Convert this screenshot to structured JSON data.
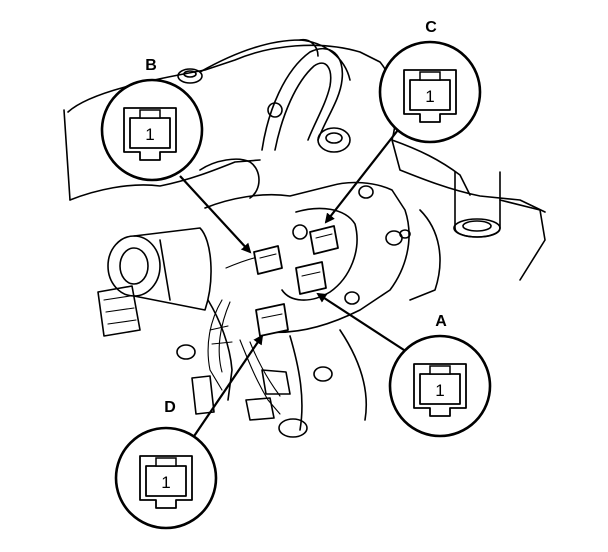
{
  "connectors": [
    {
      "id": "A",
      "label": "A",
      "pin": "1"
    },
    {
      "id": "B",
      "label": "B",
      "pin": "1"
    },
    {
      "id": "C",
      "label": "C",
      "pin": "1"
    },
    {
      "id": "D",
      "label": "D",
      "pin": "1"
    }
  ]
}
